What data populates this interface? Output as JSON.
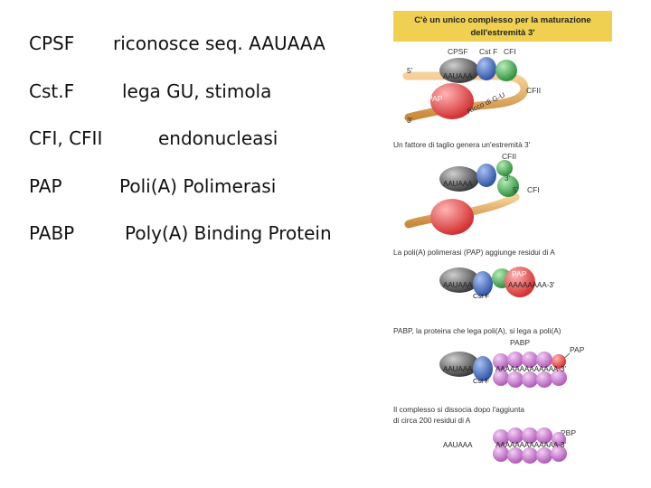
{
  "definitions": [
    {
      "term": "CPSF",
      "description": "riconosce seq. AAUAAA"
    },
    {
      "term": "Cst.F",
      "description": "lega GU, stimola"
    },
    {
      "term": "CFI, CFII",
      "description": "endonucleasi"
    },
    {
      "term": "PAP",
      "description": "Poli(A) Polimerasi"
    },
    {
      "term": "PABP",
      "description": "Poly(A) Binding Protein"
    }
  ],
  "figure": {
    "title_line1": "C'è un unico complesso per la maturazione",
    "title_line2": "dell'estremità 3'",
    "title_bg": "#f0d050",
    "rna_color": "#e6a85a",
    "colors": {
      "cpsf": "#555555",
      "cstf": "#4a72c4",
      "cfi": "#4cae5a",
      "cfii": "#e84a4a",
      "pap": "#e86060",
      "pabp": "#c77fd0"
    },
    "steps": [
      {
        "caption": "",
        "labels": {
          "cpsf": "CPSF",
          "cstf": "Cst F",
          "cfi": "CFI",
          "five": "5'",
          "aauaaa": "AAUAAA",
          "cfii": "CFII",
          "pap": "PAP",
          "gu": "Ricco di G-U",
          "three": "3'"
        }
      },
      {
        "caption": "Un fattore di taglio genera un'estremità 3'",
        "labels": {
          "cfii": "CFII",
          "aauaaa": "AAUAAA",
          "three": "3'",
          "five": "5'",
          "cfi": "CFI"
        }
      },
      {
        "caption": "La poli(A) polimerasi (PAP) aggiunge residui di A",
        "labels": {
          "pap": "PAP",
          "aauaaa": "AAUAAA",
          "tail": "AAAAAAAA-3'",
          "cstf": "Cst F"
        }
      },
      {
        "caption": "PABP, la proteina che lega poli(A), si lega a poli(A)",
        "labels": {
          "pabp": "PABP",
          "pap": "PAP",
          "aauaaa": "AAUAAA",
          "tail": "AAAAAAAAAAAAA-3'",
          "cstf": "Cst F"
        }
      },
      {
        "caption_line1": "Il complesso si dissocia dopo l'aggiunta",
        "caption_line2": "di circa 200 residui di A",
        "labels": {
          "pbp": "PBP",
          "aauaaa": "AAUAAA",
          "tail": "AAAAAAAAAAAAA-3'"
        }
      }
    ]
  }
}
